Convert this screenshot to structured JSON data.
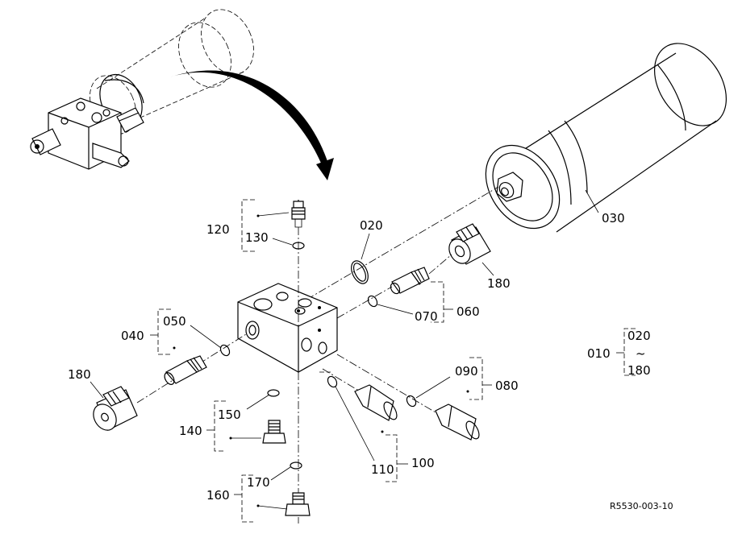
{
  "labels": {
    "p010": "010",
    "p020": "020",
    "p030": "030",
    "p040": "040",
    "p050": "050",
    "p060": "060",
    "p070": "070",
    "p080": "080",
    "p090": "090",
    "p100": "100",
    "p110": "110",
    "p120": "120",
    "p130": "130",
    "p140": "140",
    "p150": "150",
    "p160": "160",
    "p170": "170",
    "p180a": "180",
    "p180b": "180",
    "range_from": "020",
    "range_tilde": "~",
    "range_to": "180"
  },
  "reference": "R5530-003-10"
}
